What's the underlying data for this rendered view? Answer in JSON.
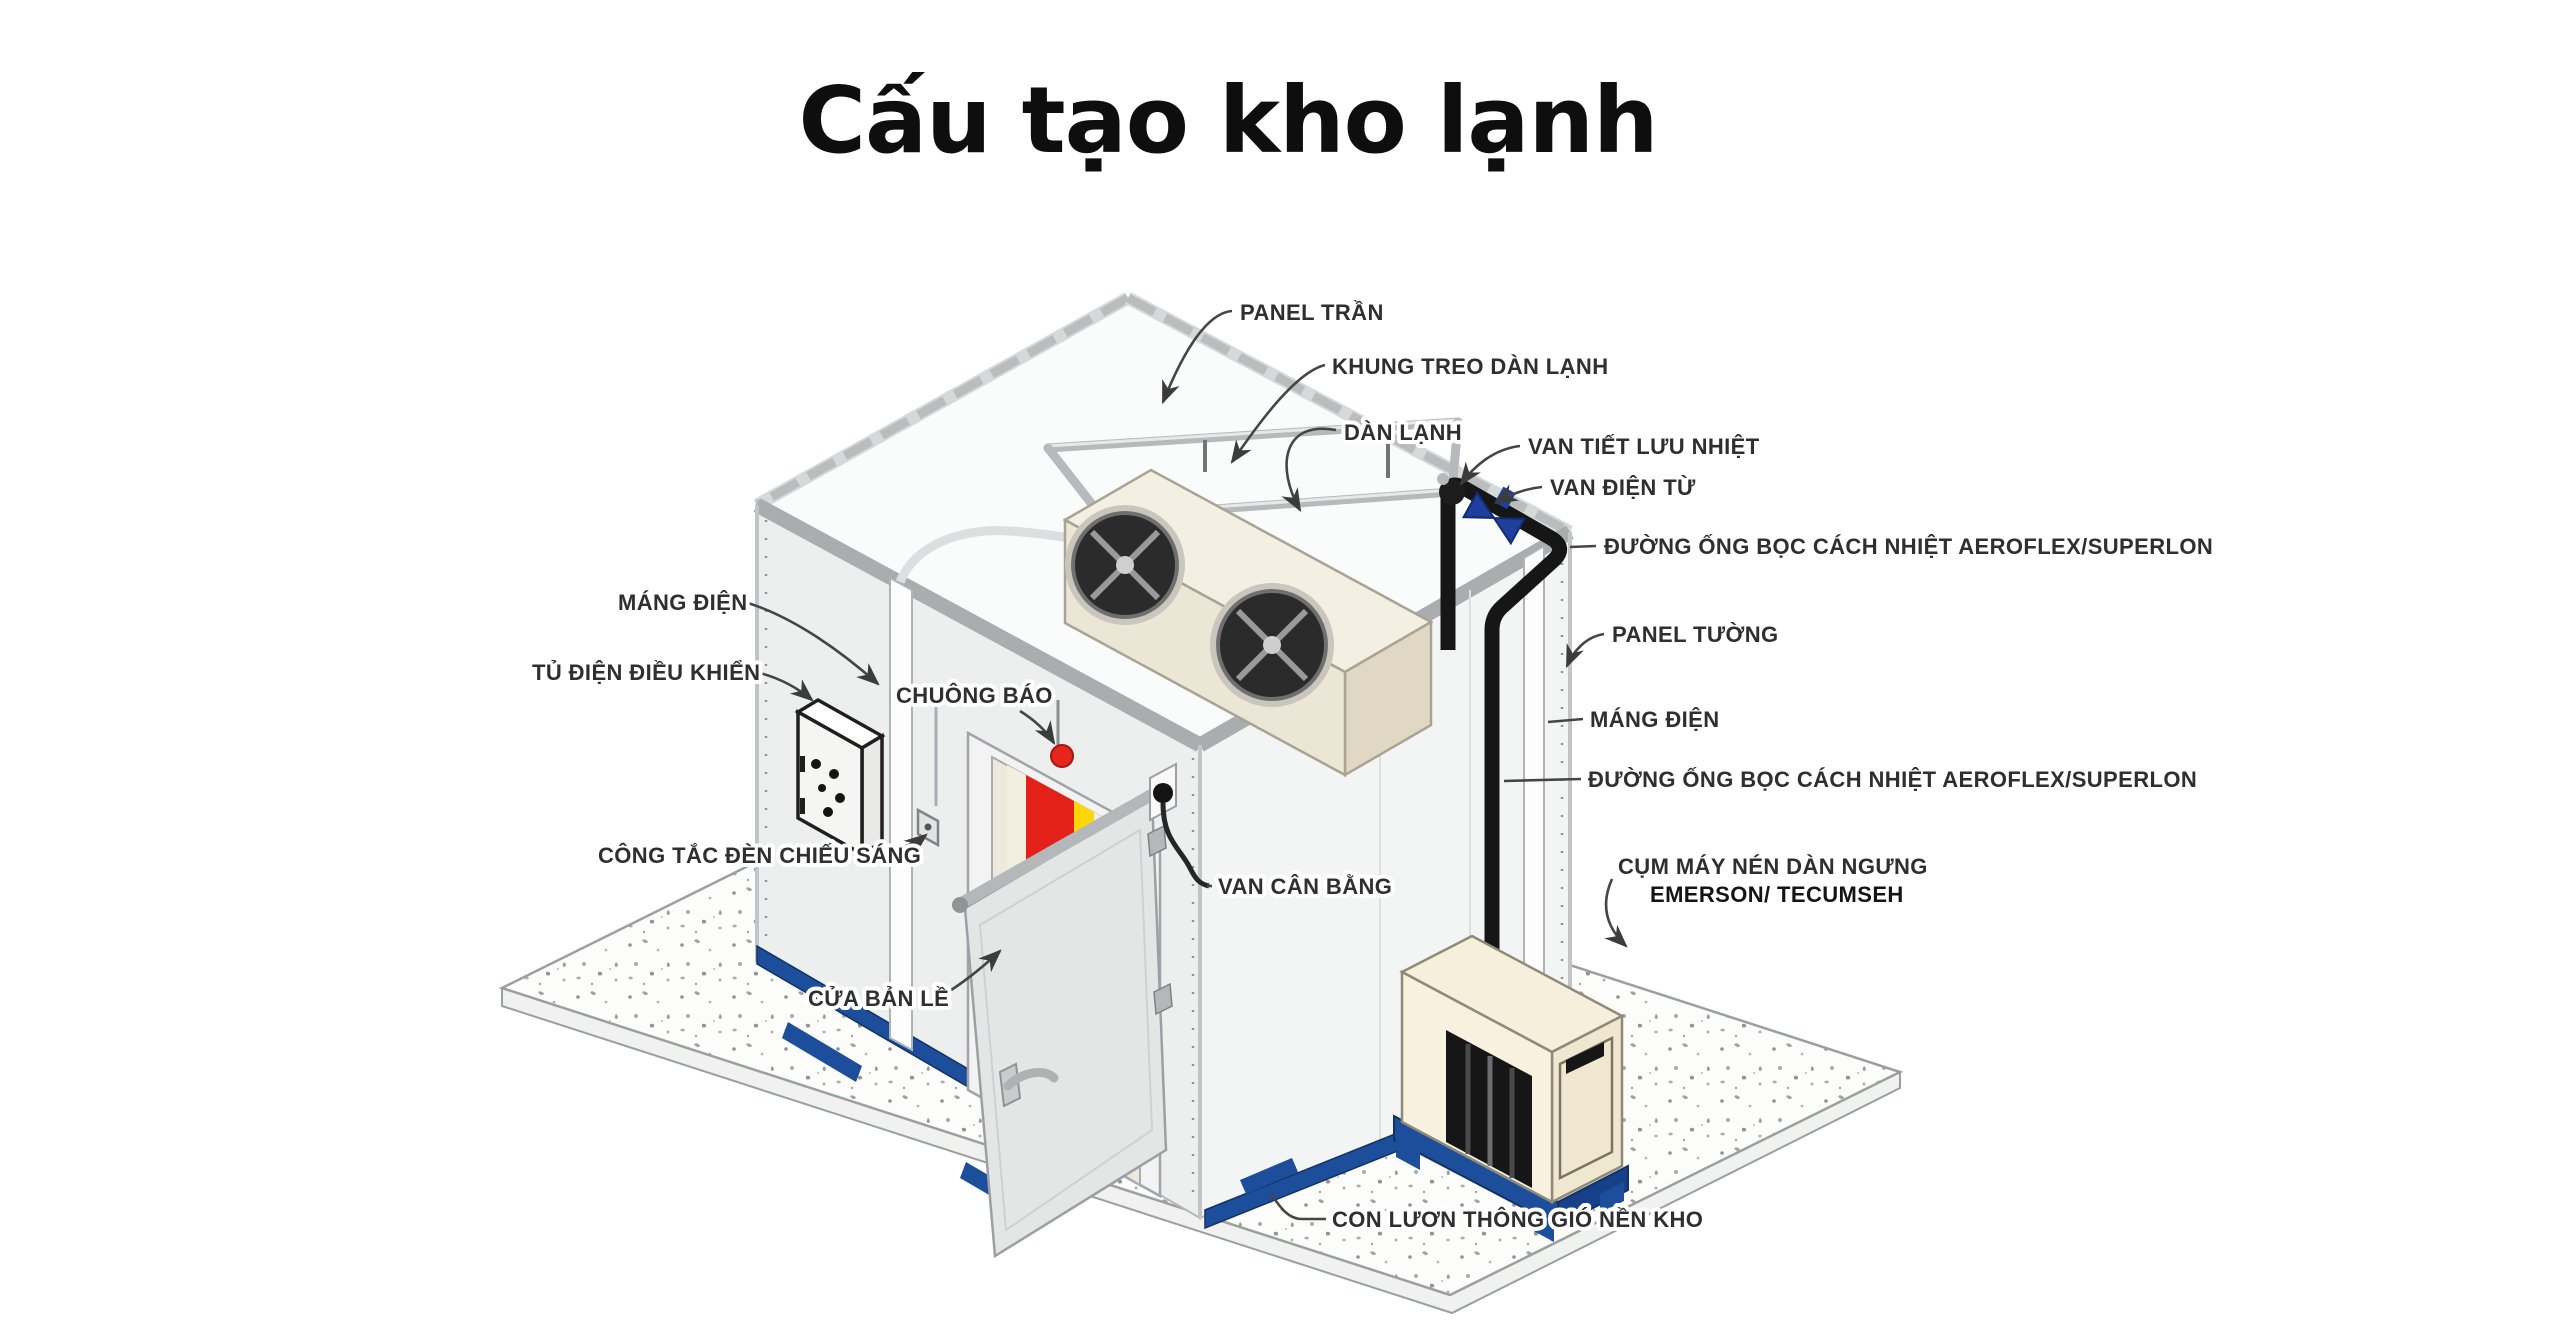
{
  "title": "Cấu tạo kho lạnh",
  "diagram": {
    "labels": {
      "panel_tran": "PANEL TRẦN",
      "khung_treo_dan_lanh": "KHUNG TREO DÀN LẠNH",
      "dan_lanh": "DÀN LẠNH",
      "van_tiet_luu_nhiet": "VAN TIẾT LƯU NHIỆT",
      "van_dien_tu": "VAN ĐIỆN TỪ",
      "duong_ong_boc_cach_nhiet_tren": "ĐƯỜNG ỐNG BỌC CÁCH NHIỆT AEROFLEX/SUPERLON",
      "panel_tuong": "PANEL TƯỜNG",
      "mang_dien_phai": "MÁNG ĐIỆN",
      "duong_ong_boc_cach_nhiet_duoi": "ĐƯỜNG ỐNG BỌC CÁCH NHIỆT AEROFLEX/SUPERLON",
      "cum_may_nen": "CỤM MÁY NÉN DÀN NGƯNG",
      "cum_may_nen_brand": "EMERSON/ TECUMSEH",
      "mang_dien_trai": "MÁNG ĐIỆN",
      "tu_dien_dieu_khien": "TỦ ĐIỆN ĐIỀU KHIỂN",
      "chuong_bao": "CHUÔNG BÁO",
      "cong_tac_den_chieu_sang": "CÔNG TẮC ĐÈN CHIẾU SÁNG",
      "van_can_bang": "VAN CÂN BẰNG",
      "cua_ban_le": "CỬA BẢN LỀ",
      "con_luon": "CON LƯƠN THÔNG GIÓ NỀN KHO"
    },
    "colors": {
      "background": "#ffffff",
      "title_ink": "#0e0e0e",
      "label_ink": "#2f2f2f",
      "leader_line": "#454545",
      "wall_fill": "#eef0f0",
      "roof_fill": "#fafbfb",
      "beam_gray": "#a9adaf",
      "base_blue": "#1d4e9c",
      "pipe_black": "#161616",
      "solenoid_blue": "#1e3f9e",
      "alarm_red": "#e8251d",
      "curtain_red": "#e32119",
      "curtain_yellow": "#ffd60a",
      "unit_cream": "#f6efdc",
      "floor_fill": "#fcfcfb"
    }
  }
}
